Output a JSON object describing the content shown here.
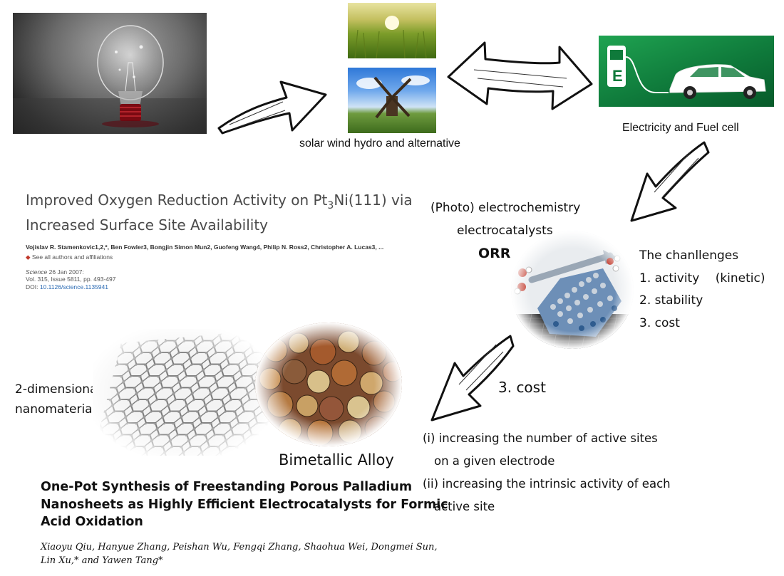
{
  "top_row": {
    "renewables_caption": "solar wind hydro and  alternative",
    "ev_caption": "Electricity and Fuel cell"
  },
  "paper1": {
    "title_line1_pre": "Improved Oxygen Reduction Activity on Pt",
    "title_sub": "3",
    "title_line1_post": "Ni(111) via",
    "title_line2": "Increased Surface Site Availability",
    "authors": "Vojislav R. Stamenkovic1,2,*, Ben Fowler3, Bongjin Simon Mun2, Guofeng Wang4, Philip N. Ross2, Christopher A. Lucas3, ...",
    "see_all": "See all authors and affiliations",
    "journal": "Science",
    "date": "26 Jan 2007:",
    "volume": "Vol. 315, Issue 5811, pp. 493-497",
    "doi_label": "DOI:",
    "doi": "10.1126/science.1135941"
  },
  "center": {
    "line1": "(Photo) electrochemistry",
    "line2": "electrocatalysts",
    "orr": "ORR"
  },
  "challenges": {
    "title": "The chanllenges",
    "items": [
      "1. activity 　(kinetic)",
      "2. stability",
      "3. cost"
    ]
  },
  "cost_label": "3. cost",
  "strategies": {
    "items": [
      "(i) increasing the number of active sites",
      "   on a given electrode",
      "(ii) increasing the intrinsic activity of each",
      "   active site"
    ]
  },
  "materials": {
    "label_2d_line1": "2-dimensional",
    "label_2d_line2": "nanomaterials",
    "alloy_label": "Bimetallic Alloy"
  },
  "paper2": {
    "title_lines": [
      "One-Pot Synthesis of Freestanding Porous Palladium",
      "Nanosheets as Highly Efficient Electrocatalysts for Formic",
      "Acid Oxidation"
    ],
    "author_lines": [
      "Xiaoyu Qiu, Hanyue Zhang, Peishan Wu, Fengqi Zhang, Shaohua Wei, Dongmei Sun,",
      "Lin Xu,* and Yawen Tang*"
    ]
  },
  "ev_sign_letter": "E"
}
